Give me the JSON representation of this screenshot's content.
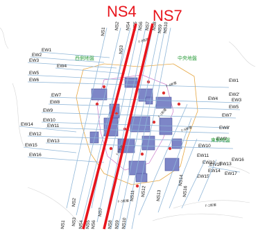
{
  "highlight": {
    "color": "#e8141c",
    "labels": [
      "NS4",
      "NS7"
    ]
  },
  "regions": [
    "西側地盤",
    "中央地盤",
    "東側地盤"
  ],
  "fault_labels": [
    "F-8断層",
    "F-4断層",
    "F-6断層",
    "F-1断層",
    "F-5断層",
    "F-3断層",
    "F-2断層"
  ],
  "line_color": "#8fb6d8",
  "ew_lines": [
    {
      "label": "EW1"
    },
    {
      "label": "EW2"
    },
    {
      "label": "EW3"
    },
    {
      "label": "EW4"
    },
    {
      "label": "EW5"
    },
    {
      "label": "EW6"
    },
    {
      "label": "EW7"
    },
    {
      "label": "EW8"
    },
    {
      "label": "EW9"
    },
    {
      "label": "EW10"
    },
    {
      "label": "EW11"
    },
    {
      "label": "EW12"
    },
    {
      "label": "EW13"
    },
    {
      "label": "EW14"
    },
    {
      "label": "EW15"
    },
    {
      "label": "EW16"
    },
    {
      "label": "EW17"
    }
  ],
  "ew_right_labels": [
    "EW1",
    "EW2'",
    "EW3",
    "EW4",
    "EW5",
    "EW7",
    "EW8'",
    "EW9'",
    "EW10",
    "EW11",
    "EW12",
    "EW13",
    "EW14",
    "EW15'",
    "EW16",
    "EW17"
  ],
  "ns_top_labels": [
    "NS1",
    "NS2",
    "NS3",
    "NS4",
    "NS5",
    "NS6",
    "NS7",
    "NS8",
    "NS9",
    "NS10"
  ],
  "ns_bottom_labels": [
    "NS1",
    "NS2",
    "NS3",
    "NS4",
    "NS5",
    "NS6",
    "NS7",
    "NS8",
    "NS9",
    "NS10",
    "NS11",
    "NS12",
    "NS13",
    "NS14",
    "NS16"
  ]
}
